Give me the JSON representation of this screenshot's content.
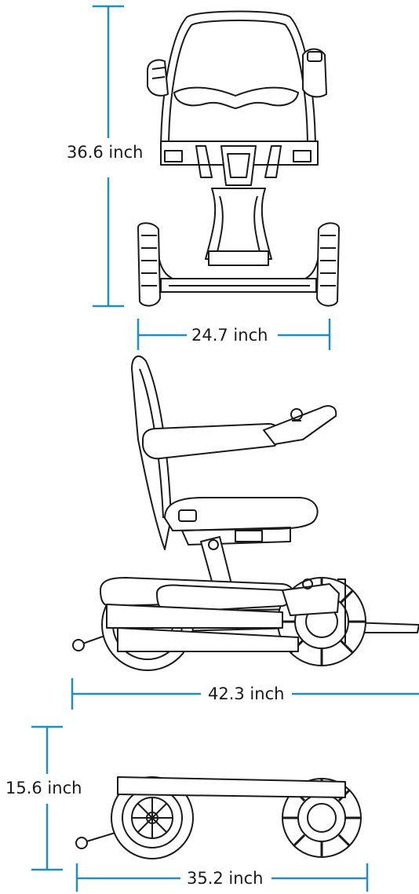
{
  "colors": {
    "dimension_line": "#1e8fbf",
    "drawing_stroke": "#1a1a1a",
    "background": "#ffffff"
  },
  "dimensions": {
    "height": "36.6 inch",
    "width": "24.7 inch",
    "length": "42.3 inch",
    "folded_height": "15.6 inch",
    "folded_length": "35.2 inch"
  }
}
